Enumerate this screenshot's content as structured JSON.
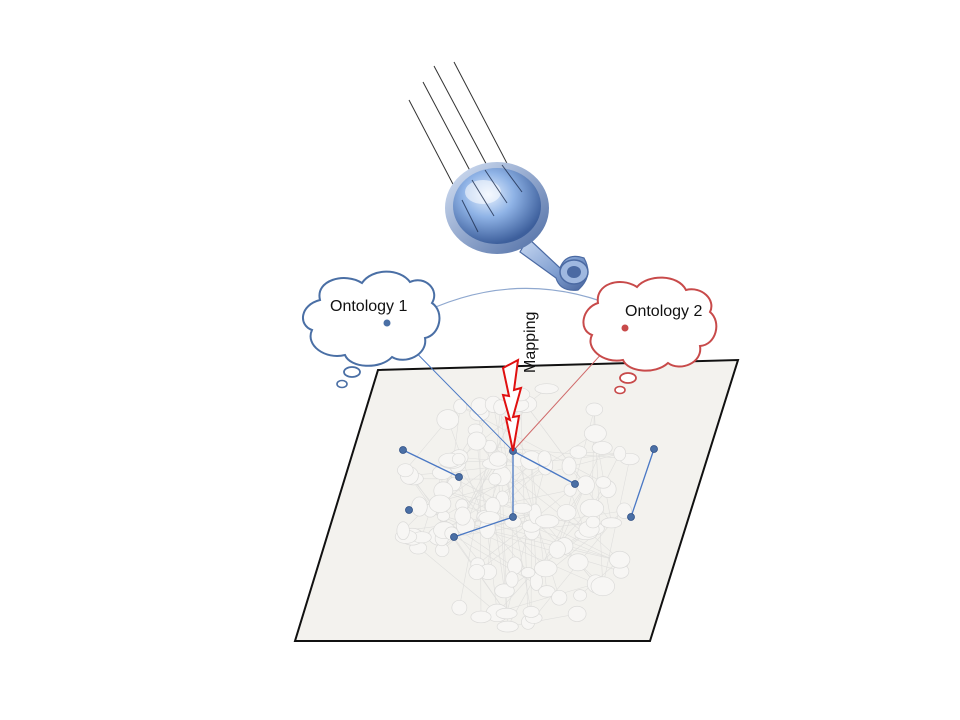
{
  "diagram": {
    "ontology1": {
      "label": "Ontology 1"
    },
    "ontology2": {
      "label": "Ontology 2"
    },
    "mapping": {
      "label": "Mapping"
    }
  },
  "colors": {
    "node": "#4a6fa5",
    "link": "#4a78c4",
    "mapping_bolt": "#e01010",
    "ontology1_outline": "#4a6fa5",
    "ontology2_outline": "#c84a4a",
    "plane_fill": "#f3f2ee",
    "plane_border": "#111111"
  },
  "icons": [
    "magnifier-icon"
  ]
}
